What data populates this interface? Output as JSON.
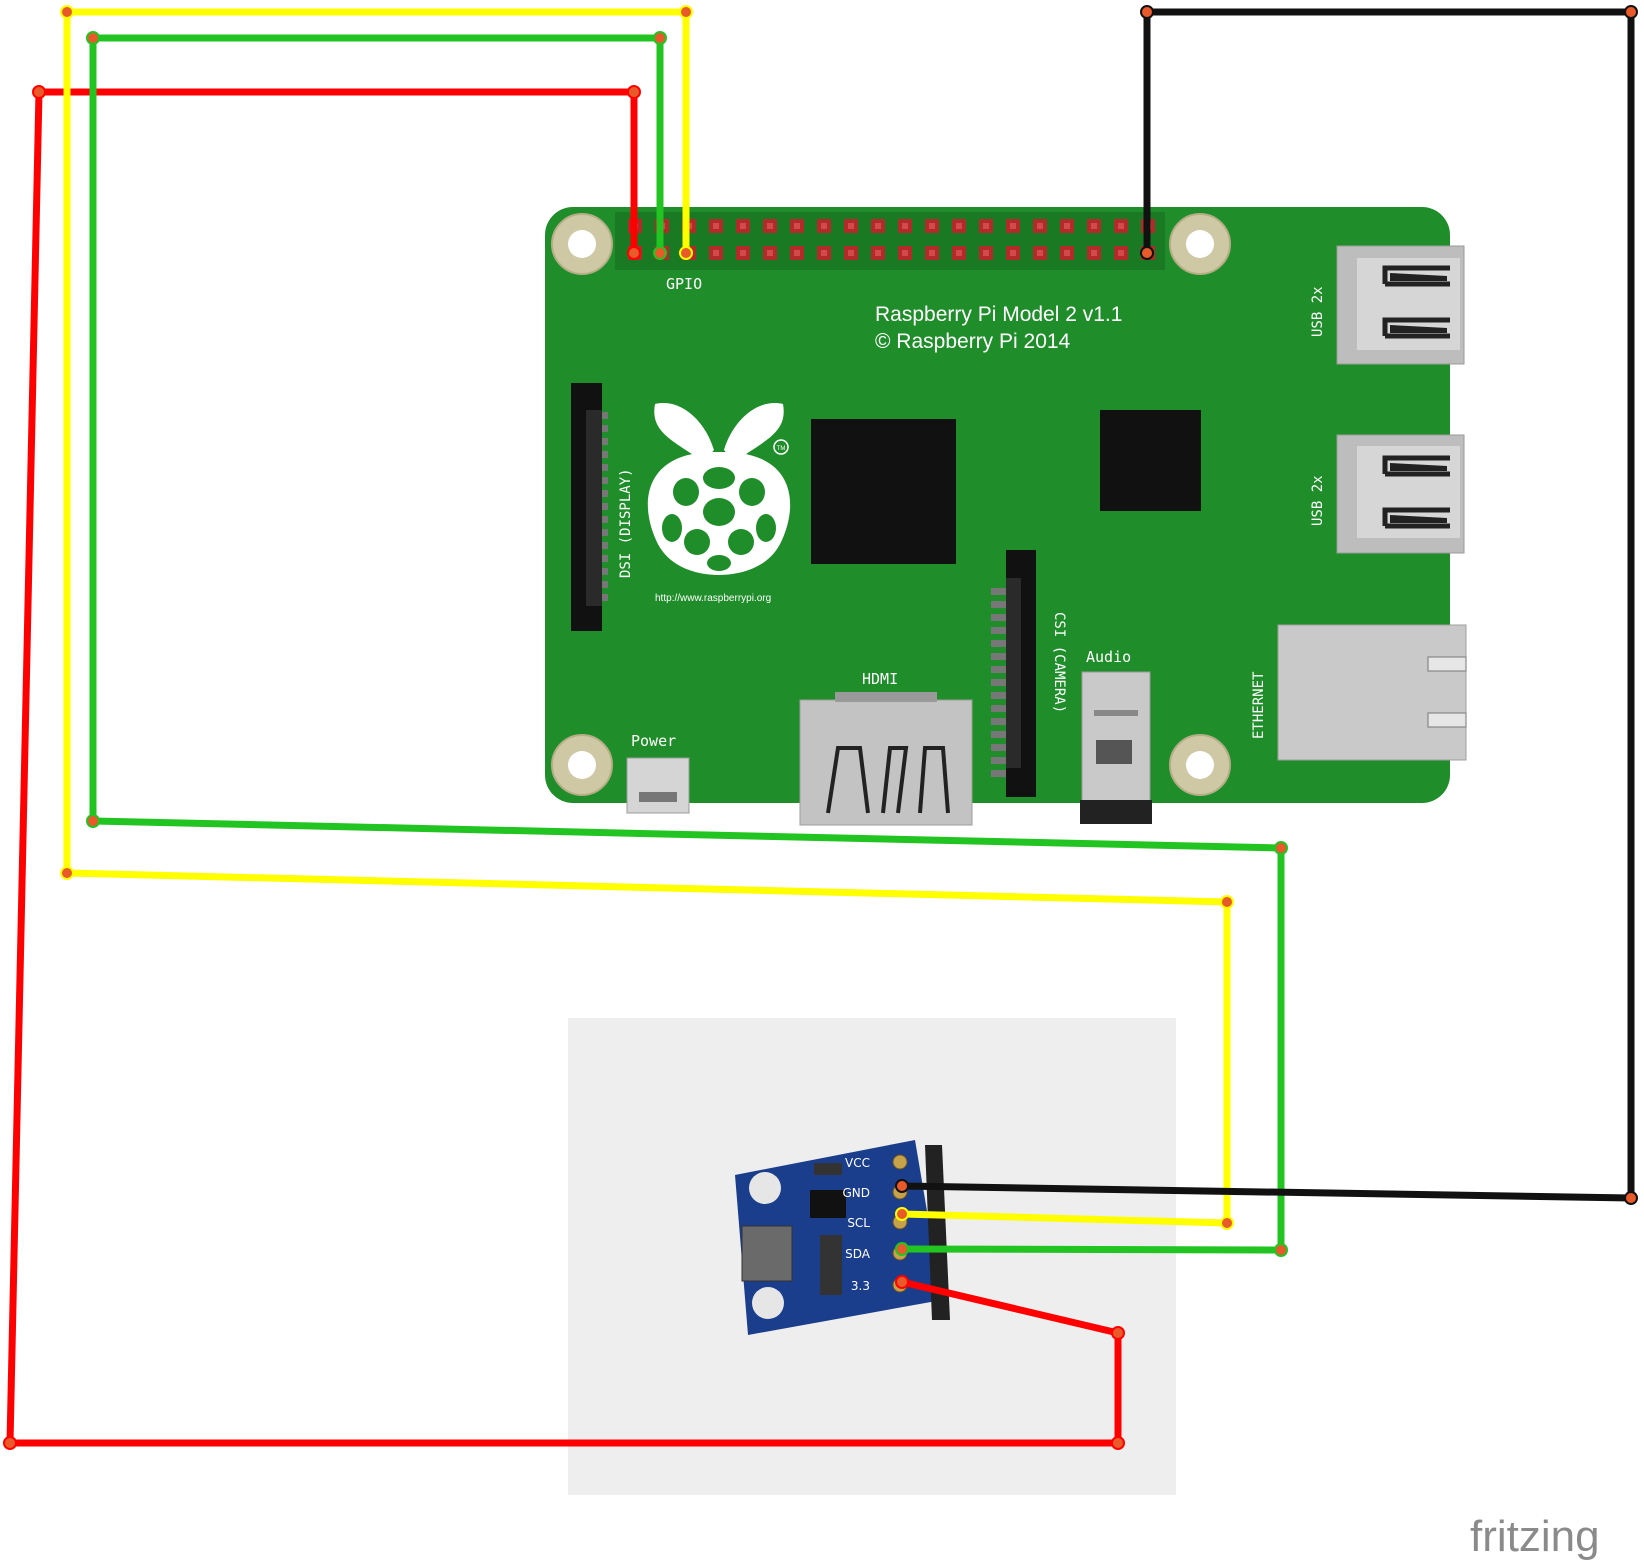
{
  "board": {
    "model_line1": "Raspberry Pi Model 2 v1.1",
    "model_line2": "© Raspberry Pi 2014",
    "gpio_label": "GPIO",
    "dsi_label": "DSI (DISPLAY)",
    "csi_label": "CSI (CAMERA)",
    "hdmi_label": "HDMI",
    "audio_label": "Audio",
    "power_label": "Power",
    "usb_label_1": "USB 2x",
    "usb_label_2": "USB 2x",
    "ethernet_label": "ETHERNET",
    "url": "http://www.raspberrypi.org",
    "tm": "TM"
  },
  "sensor": {
    "pins": [
      "VCC",
      "GND",
      "SCL",
      "SDA",
      "3.3"
    ]
  },
  "wires": [
    {
      "color": "#ff0000"
    },
    {
      "color": "#ffff00"
    },
    {
      "color": "#22c422"
    },
    {
      "color": "#111111"
    }
  ],
  "brand": "fritzing"
}
